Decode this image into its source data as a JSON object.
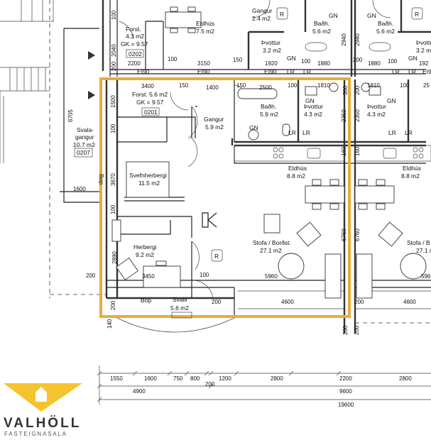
{
  "rooms": {
    "forst_upper": {
      "name": "Forst.",
      "area": "4.3 m2",
      "gk": "GK = 9.57",
      "code": "0202"
    },
    "eldhus_upper": {
      "name": "Eldhús",
      "area": "7.5 m2"
    },
    "gangur_upper": {
      "name": "Gangur",
      "area": "2.4 m2"
    },
    "badh_upper_left": {
      "name": "Baðh.",
      "area": "5.6 m2"
    },
    "badh_upper_right": {
      "name": "Baðh.",
      "area": "5.6 m2"
    },
    "thvottur_upper_left": {
      "name": "Þvottur",
      "area": "3.2 m2"
    },
    "thvottur_upper_right": {
      "name": "Þvottur",
      "area": "3.2 m2"
    },
    "forst": {
      "name": "Forst. 5.6 m2",
      "gk": "GK = 9.57",
      "code": "0201"
    },
    "gangur": {
      "name": "Gangur",
      "area": "5.9 m2"
    },
    "badh": {
      "name": "Baðh.",
      "area": "5.9 m2"
    },
    "thvottur": {
      "name": "Þvottur",
      "area": "4.3 m2"
    },
    "thvottur_right": {
      "name": "Þvottur",
      "area": "4.3 m2"
    },
    "eldhus": {
      "name": "Eldhús",
      "area": "8.8 m2"
    },
    "eldhus_right": {
      "name": "Eldhús",
      "area": "8.8 m2"
    },
    "svefnherbergi": {
      "name": "Svefnherbergi",
      "area": "11.5 m2"
    },
    "herbergi": {
      "name": "Herbergi",
      "area": "9.2 m2"
    },
    "stofa": {
      "name": "Stofa / Borðst.",
      "area": "27.1 m2"
    },
    "stofa_right": {
      "name": "Stofa / B",
      "area": "27.1 m"
    },
    "svalagangur": {
      "name": "Svala-",
      "name2": "gangur",
      "area": "10.7 m2",
      "code": "0207"
    },
    "svalir": {
      "name": "Svalir",
      "area": "5.6 m2"
    }
  },
  "symbols": {
    "r": "R",
    "gn": "GN",
    "lr": "LR",
    "ei90": "EI90",
    "bop": "Bop"
  },
  "dimensions": {
    "top": [
      "100",
      "2040",
      "200",
      "2200",
      "3150",
      "100",
      "150",
      "1920",
      "100",
      "1880",
      "2940",
      "2940",
      "200",
      "1880",
      "100",
      "192"
    ],
    "mid": [
      "3400",
      "150",
      "1400",
      "150",
      "2500",
      "100",
      "1810",
      "300",
      "200",
      "1810",
      "100",
      "25",
      "1500",
      "100",
      "3670",
      "100",
      "2350",
      "2350",
      "160",
      "160",
      "6705",
      "1600"
    ],
    "low": [
      "2890",
      "6760",
      "6760",
      "200",
      "3450",
      "100",
      "5960",
      "596",
      "200",
      "200",
      "4600",
      "200",
      "4600",
      "140",
      "200",
      "200"
    ],
    "bottom_row1": [
      "1550",
      "1600",
      "750",
      "800",
      "200",
      "1200",
      "2800",
      "2200",
      "2800"
    ],
    "bottom_row2": [
      "4900",
      "9600"
    ],
    "bottom_row3": [
      "19600"
    ]
  },
  "logo": {
    "name": "VALHÖLL",
    "subtitle": "FASTEIGNASALA",
    "color": "#f6c330"
  },
  "highlight_color": "#e8ac3c"
}
